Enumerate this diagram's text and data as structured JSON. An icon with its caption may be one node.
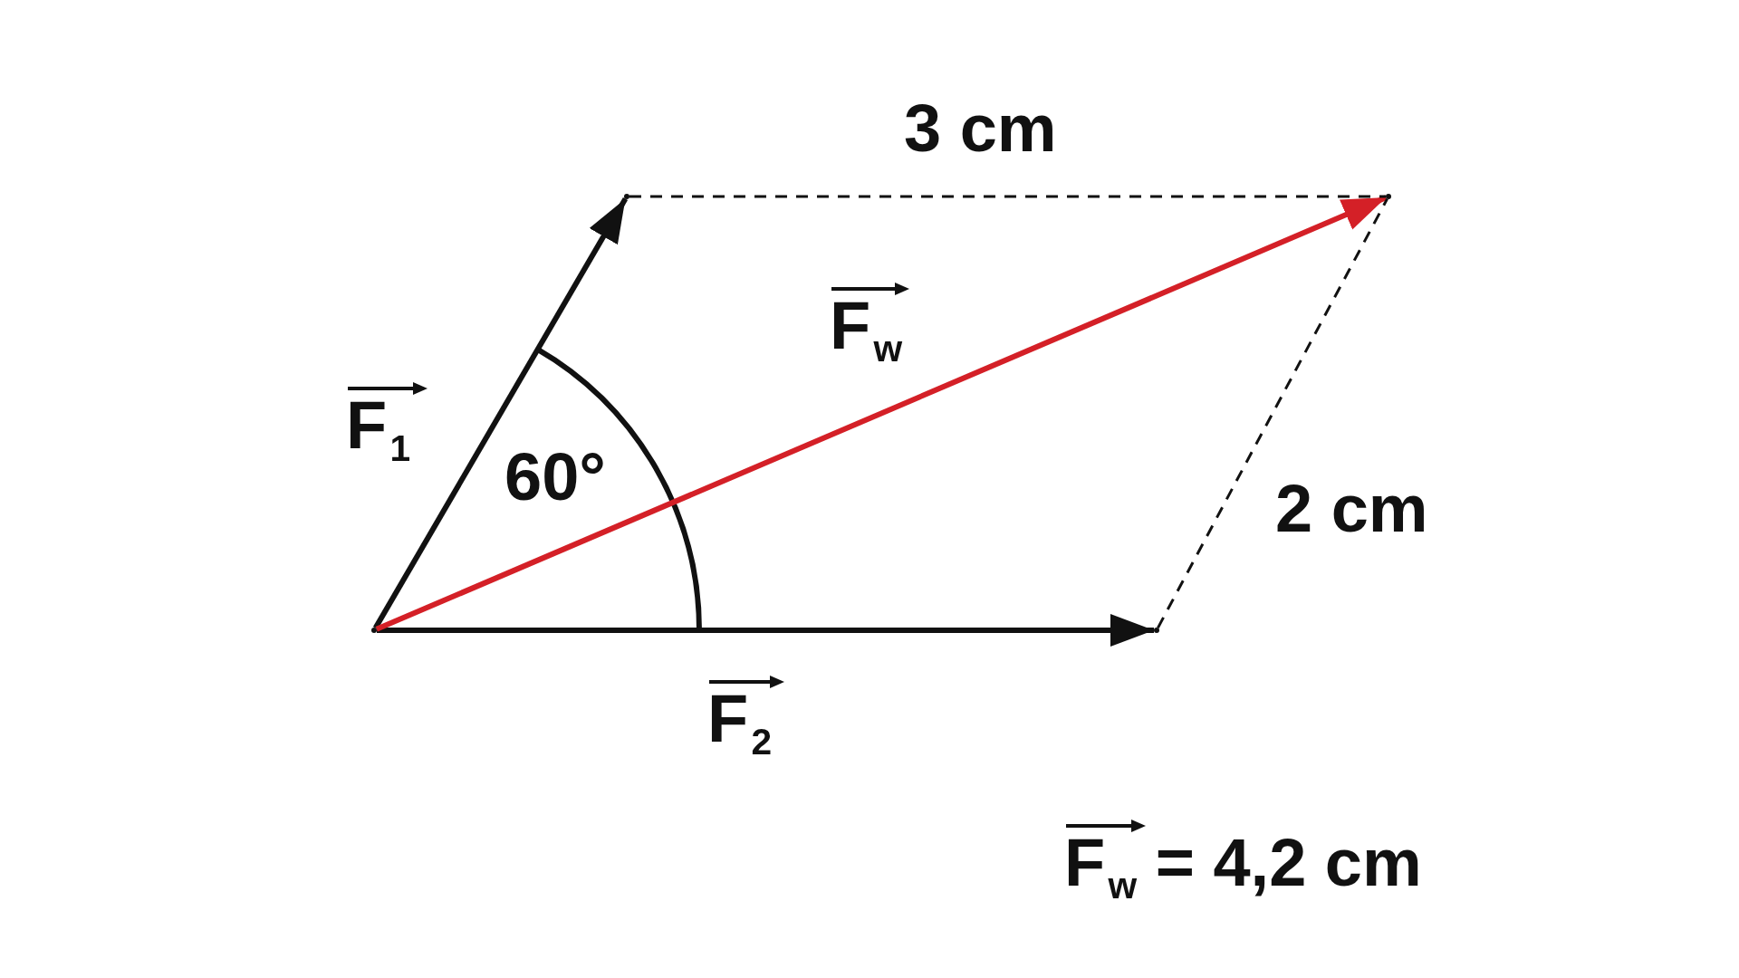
{
  "diagram": {
    "nodes": [
      {
        "text": [],
        "shape": "point"
      },
      {
        "text": [],
        "shape": "point"
      },
      {
        "text": [],
        "shape": "point"
      },
      {
        "text": [],
        "shape": "point"
      }
    ],
    "edges": [
      {
        "from": 0,
        "to": 1,
        "arrow": "to",
        "label": "F$_{1}$"
      },
      {
        "from": 0,
        "to": 2,
        "arrow": "to",
        "label": "F$_{2}$"
      },
      {
        "from": 0,
        "to": 3,
        "arrow": "to",
        "label": "F$_{w}$",
        "color": "#d42027"
      },
      {
        "from": 1,
        "to": 3,
        "arrow": "none",
        "label": "3 cm",
        "style": "dashed"
      },
      {
        "from": 2,
        "to": 3,
        "arrow": "none",
        "label": "2 cm",
        "style": "dashed"
      }
    ],
    "labels": [
      "60°",
      "F$_{w}$ = 4,2 cm"
    ]
  }
}
